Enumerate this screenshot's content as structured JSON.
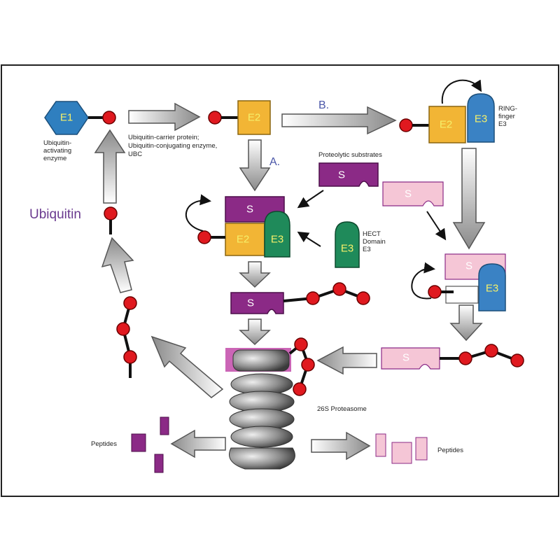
{
  "labels": {
    "e1": "E1",
    "e1_caption": [
      "Ubiquitin-",
      "activating",
      "enzyme"
    ],
    "e2": "E2",
    "e2_caption": [
      "Ubiquitin-carrier protein;",
      "Ubiquitin-conjugating enzyme,",
      "UBC"
    ],
    "e3": "E3",
    "substrate": "S",
    "ubiquitin": "Ubiquitin",
    "path_a": "A.",
    "path_b": "B.",
    "proteolytic_substrates": "Proteolytic substrates",
    "ring_caption": [
      "RING-",
      "finger",
      "E3"
    ],
    "hect_caption": [
      "HECT",
      "Domain",
      "E3"
    ],
    "proteasome": "26S Proteasome",
    "peptides_left": "Peptides",
    "peptides_right": "Peptides"
  },
  "colors": {
    "e1": "#2f7fbf",
    "e2": "#f2b535",
    "e3_ring": "#3a82c4",
    "e3_hect": "#1f8a5a",
    "substrate_purple": "#8b2a86",
    "substrate_pink": "#f5c6d6",
    "ubiquitin": "#e0191f",
    "frame": "#222222"
  }
}
